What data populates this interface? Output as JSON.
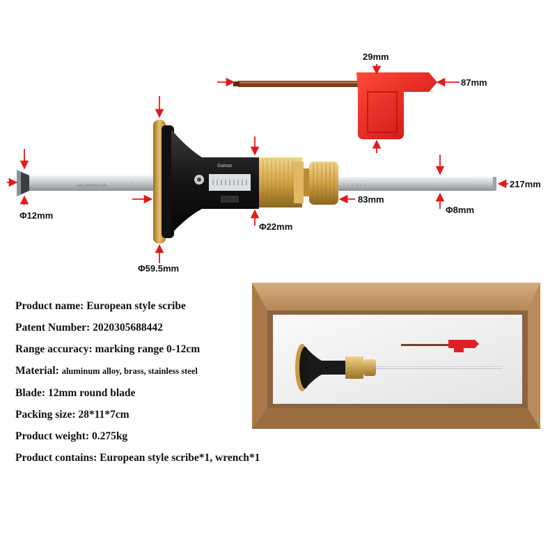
{
  "dimensions": {
    "wrench_head": "29mm",
    "wrench_length": "87mm",
    "total_length": "217mm",
    "shaft_left_dia": "Φ12mm",
    "brass_dia": "Φ22mm",
    "brass_length": "83mm",
    "shaft_right_dia": "Φ8mm",
    "fence_dia": "Φ59.5mm"
  },
  "specs": [
    {
      "label": "Product name: ",
      "value": "European style scribe"
    },
    {
      "label": "Patent Number: ",
      "value": "2020305688442"
    },
    {
      "label": "Range accuracy: ",
      "value": "marking range 0-12cm"
    },
    {
      "label": "Material: ",
      "value": "aluminum alloy, brass, stainless steel"
    },
    {
      "label": "Blade: ",
      "value": "12mm round blade"
    },
    {
      "label": "Packing size: ",
      "value": "28*11*7cm"
    },
    {
      "label": "Product weight: ",
      "value": "0.275kg"
    },
    {
      "label": "Product contains: ",
      "value": "European style scribe*1, wrench*1"
    }
  ],
  "colors": {
    "arrow": "#e21a1a",
    "wrench_red": "#e02020",
    "brass": "#d4a84a",
    "black_body": "#161616",
    "steel": "#cfd2d6",
    "cardboard": "#b98d5f",
    "foam": "#f2f2f2"
  }
}
